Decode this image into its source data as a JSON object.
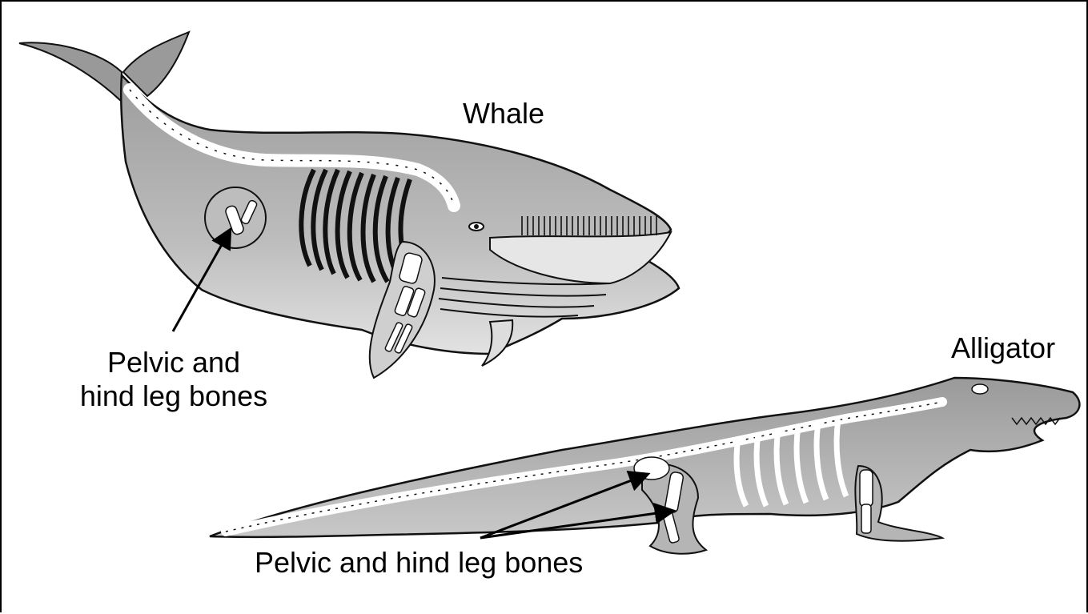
{
  "labels": {
    "whale": "Whale",
    "whale_bones_line1": "Pelvic and",
    "whale_bones_line2": "hind leg bones",
    "alligator": "Alligator",
    "alligator_bones": "Pelvic and hind leg bones"
  },
  "colors": {
    "body": "#a9a9a9",
    "body_light": "#d3d3d3",
    "bone": "#ffffff",
    "outline": "#111111"
  }
}
